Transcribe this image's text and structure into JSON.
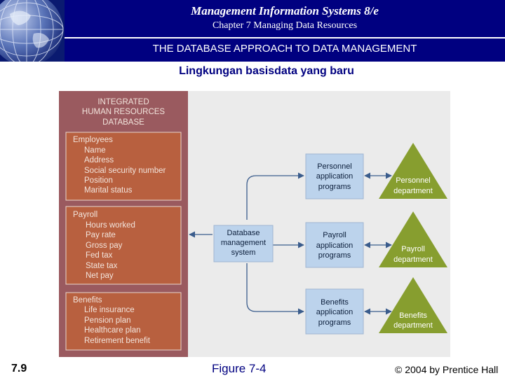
{
  "header": {
    "title": "Management Information Systems 8/e",
    "chapter": "Chapter 7 Managing Data Resources",
    "section": "THE DATABASE APPROACH TO DATA MANAGEMENT"
  },
  "subtitle": "Lingkungan basisdata yang baru",
  "diagram": {
    "database_title": [
      "INTEGRATED",
      "HUMAN RESOURCES",
      "DATABASE"
    ],
    "groups": [
      {
        "name": "Employees",
        "items": [
          "Name",
          "Address",
          "Social security number",
          "Position",
          "Marital status"
        ]
      },
      {
        "name": "Payroll",
        "items": [
          "Hours worked",
          "Pay rate",
          "Gross pay",
          "Fed tax",
          "State tax",
          "Net pay"
        ]
      },
      {
        "name": "Benefits",
        "items": [
          "Life insurance",
          "Pension plan",
          "Healthcare plan",
          "Retirement benefit"
        ]
      }
    ],
    "dbms": [
      "Database",
      "management",
      "system"
    ],
    "applications": [
      [
        "Personnel",
        "application",
        "programs"
      ],
      [
        "Payroll",
        "application",
        "programs"
      ],
      [
        "Benefits",
        "application",
        "programs"
      ]
    ],
    "departments": [
      [
        "Personnel",
        "department"
      ],
      [
        "Payroll",
        "department"
      ],
      [
        "Benefits",
        "department"
      ]
    ]
  },
  "footer": {
    "slide_number": "7.9",
    "figure": "Figure 7-4",
    "copyright": "© 2004 by Prentice Hall"
  },
  "colors": {
    "header_bg": "#000080",
    "database_bg": "#9a5a5f",
    "group_bg": "#b8603f",
    "box_bg": "#bcd3ec",
    "triangle": "#879e2f",
    "diagram_bg": "#ebebeb"
  }
}
